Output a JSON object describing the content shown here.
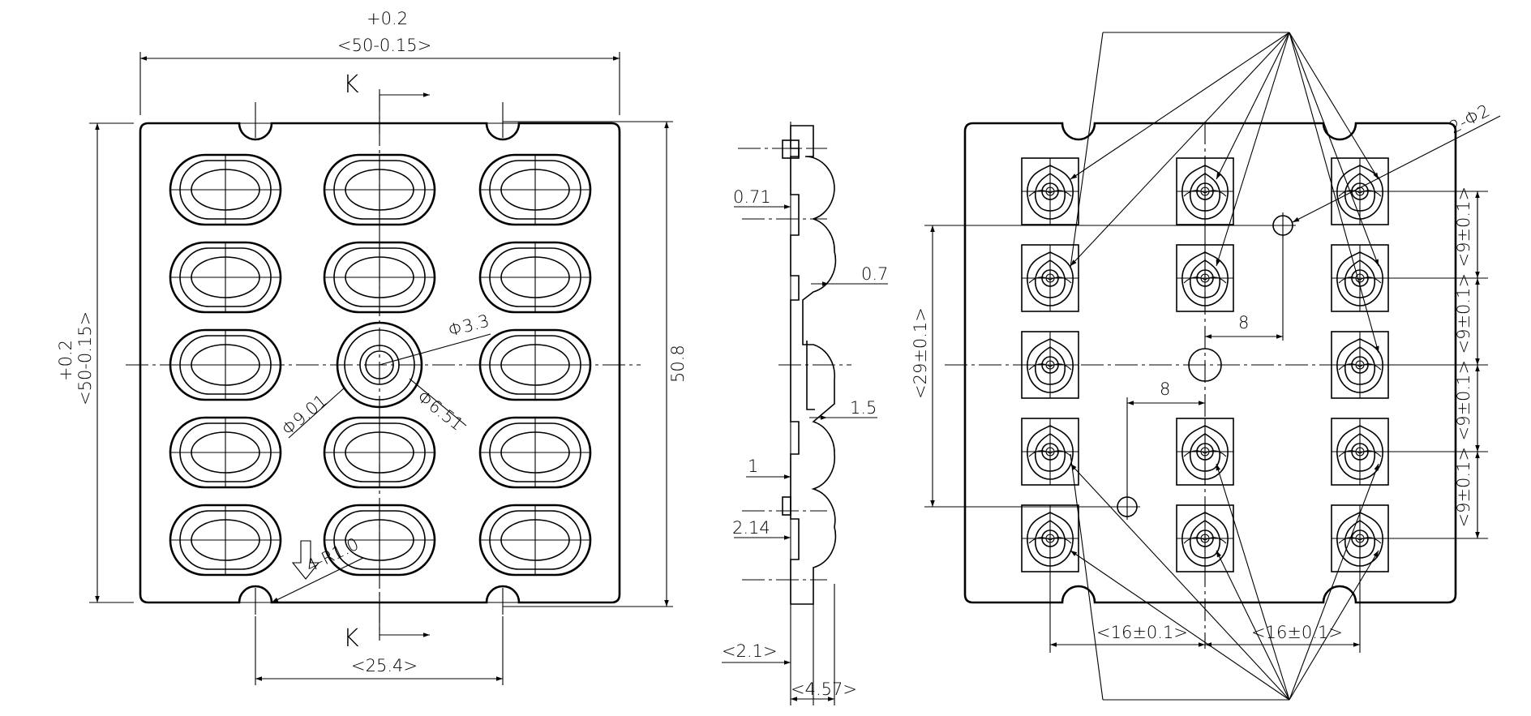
{
  "front_view": {
    "dim_width_tol": "+0.2",
    "dim_width": "<50-0.15>",
    "dim_height_tol": "+0.2",
    "dim_height": "<50-0.15>",
    "dim_overall": "50.8",
    "dim_pitch": "<25.4>",
    "dim_bore": "Φ3.3",
    "dim_boss_outer": "Φ9.01",
    "dim_boss_inner": "Φ6.51",
    "dim_notch": "4-R1.0",
    "section_label_top": "K",
    "section_label_bottom": "K"
  },
  "section_view": {
    "dim_a": "0.71",
    "dim_b": "0.7",
    "dim_c": "1.5",
    "dim_d": "1",
    "dim_e": "2.14",
    "dim_f": "<2.1>",
    "dim_g": "<4.57>"
  },
  "rear_view": {
    "dim_holes": "2-Φ2",
    "dim_row_pitch": "<9±0.1>",
    "dim_hole_x_upper": "8",
    "dim_hole_x_lower": "8",
    "dim_hole_y": "<29±0.1>",
    "dim_col_pitch_left": "<16±0.1>",
    "dim_col_pitch_right": "<16±0.1>"
  }
}
